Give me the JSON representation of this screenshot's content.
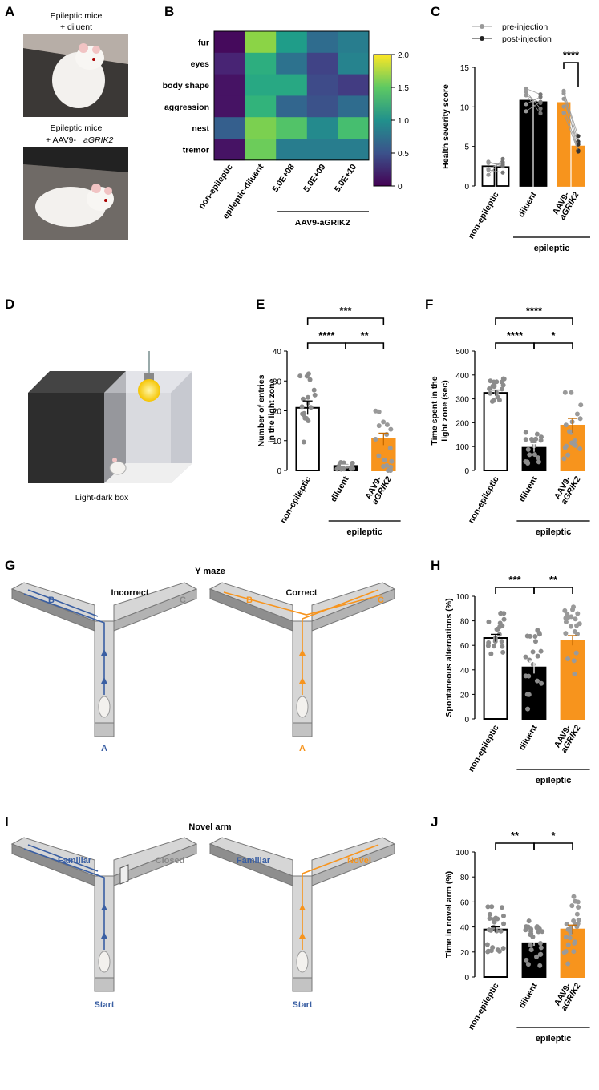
{
  "panel_letters": {
    "A": "A",
    "B": "B",
    "C": "C",
    "D": "D",
    "E": "E",
    "F": "F",
    "G": "G",
    "H": "H",
    "I": "I",
    "J": "J"
  },
  "panelA": {
    "caption1_line1": "Epileptic mice",
    "caption1_line2": "+ diluent",
    "caption2_line1": "Epileptic mice",
    "caption2_line2": "+ AAV9-",
    "caption2_gene": "aGRIK2"
  },
  "panelD": {
    "caption": "Light-dark box"
  },
  "panelG": {
    "title": "Y maze",
    "incorrect": "Incorrect",
    "correct": "Correct",
    "arm_A": "A",
    "arm_B": "B",
    "arm_C": "C"
  },
  "panelI": {
    "title": "Novel arm",
    "familiar": "Familiar",
    "closed": "Closed",
    "novel": "Novel",
    "start": "Start"
  },
  "groups": {
    "nonepi": "non-epileptic",
    "diluent": "diluent",
    "aav_line1": "AAV9-",
    "aav_line2": "aGRIK2",
    "epileptic": "epileptic",
    "colors": {
      "nonepi": "#ffffff",
      "diluent": "#000000",
      "aav": "#f7941d",
      "gray_dot": "#8c8c8c"
    }
  },
  "chart_data": [
    {
      "panel": "B",
      "type": "heatmap",
      "rows": [
        "fur",
        "eyes",
        "body shape",
        "aggression",
        "nest",
        "tremor"
      ],
      "columns": [
        "non-epileptic",
        "epileptic-diluent",
        "5.0E+08",
        "5.0E+09",
        "5.0E+10"
      ],
      "group_label": "AAV9-aGRIK2",
      "values": [
        [
          0.05,
          1.65,
          1.1,
          0.7,
          0.85
        ],
        [
          0.2,
          1.25,
          0.75,
          0.4,
          0.9
        ],
        [
          0.1,
          1.2,
          1.2,
          0.45,
          0.35
        ],
        [
          0.1,
          1.3,
          0.65,
          0.5,
          0.7
        ],
        [
          0.6,
          1.6,
          1.45,
          0.95,
          1.4
        ],
        [
          0.1,
          1.55,
          0.85,
          0.85,
          0.85
        ]
      ],
      "colorbar_ticks": [
        "0",
        "0.5",
        "1.0",
        "1.5",
        "2.0"
      ],
      "range": [
        0,
        2
      ],
      "colormap": "viridis"
    },
    {
      "panel": "C",
      "type": "bar",
      "ylabel": "Health severity score",
      "ylim": [
        0,
        15
      ],
      "yticks": [
        "0",
        "5",
        "10",
        "15"
      ],
      "legend": [
        "pre-injection",
        "post-injection"
      ],
      "legend_colors": [
        "#999999",
        "#222222"
      ],
      "series": [
        {
          "name": "pre-injection",
          "values": [
            2.5,
            10.8,
            10.5
          ]
        },
        {
          "name": "post-injection",
          "values": [
            2.4,
            10.6,
            5.0
          ]
        }
      ],
      "significance": [
        {
          "label": "****",
          "from": 4,
          "to": 5
        }
      ]
    },
    {
      "panel": "E",
      "type": "bar",
      "ylabel_line1": "Number of entries",
      "ylabel_line2": "in the light zone",
      "ylim": [
        0,
        40
      ],
      "yticks": [
        "0",
        "10",
        "20",
        "30",
        "40"
      ],
      "values": [
        21,
        1.5,
        10.5
      ],
      "significance": [
        {
          "label": "****",
          "from": 0,
          "to": 1
        },
        {
          "label": "**",
          "from": 1,
          "to": 2
        },
        {
          "label": "***",
          "from": 0,
          "to": 2
        }
      ]
    },
    {
      "panel": "F",
      "type": "bar",
      "ylabel_line1": "Time spent in the",
      "ylabel_line2": "light zone (sec)",
      "ylim": [
        0,
        500
      ],
      "yticks": [
        "0",
        "100",
        "200",
        "300",
        "400",
        "500"
      ],
      "values": [
        325,
        95,
        188
      ],
      "significance": [
        {
          "label": "****",
          "from": 0,
          "to": 1
        },
        {
          "label": "*",
          "from": 1,
          "to": 2
        },
        {
          "label": "****",
          "from": 0,
          "to": 2
        }
      ]
    },
    {
      "panel": "H",
      "type": "bar",
      "ylabel": "Spontaneous alternations (%)",
      "ylim": [
        0,
        100
      ],
      "yticks": [
        "0",
        "20",
        "40",
        "60",
        "80",
        "100"
      ],
      "values": [
        66,
        42,
        64
      ],
      "significance": [
        {
          "label": "***",
          "from": 0,
          "to": 1
        },
        {
          "label": "**",
          "from": 1,
          "to": 2
        }
      ]
    },
    {
      "panel": "J",
      "type": "bar",
      "ylabel": "Time in novel arm (%)",
      "ylim": [
        0,
        100
      ],
      "yticks": [
        "0",
        "20",
        "40",
        "60",
        "80",
        "100"
      ],
      "values": [
        38,
        27,
        38
      ],
      "significance": [
        {
          "label": "**",
          "from": 0,
          "to": 1
        },
        {
          "label": "*",
          "from": 1,
          "to": 2
        }
      ]
    }
  ]
}
